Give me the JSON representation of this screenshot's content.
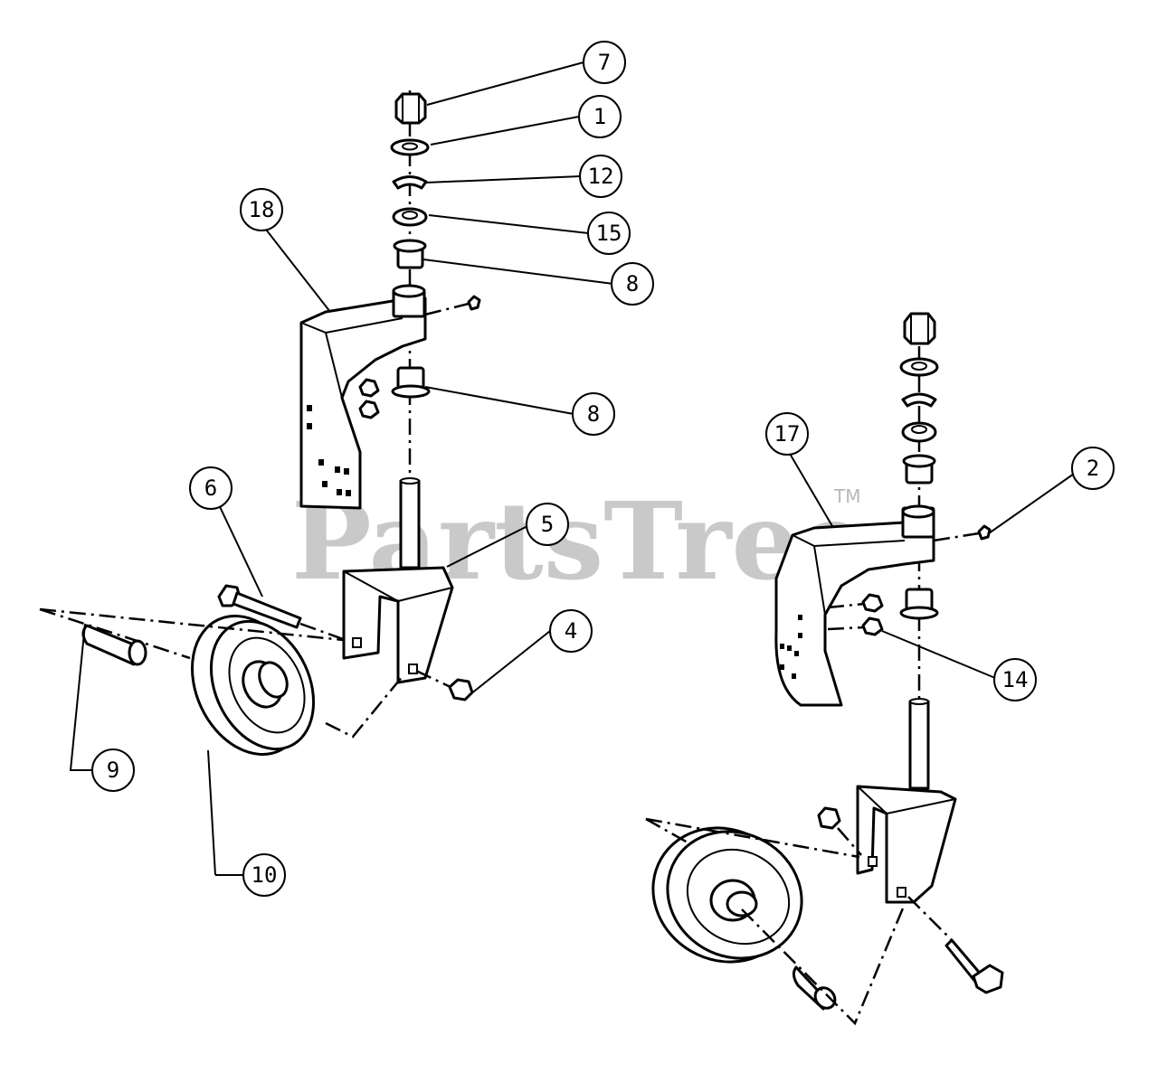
{
  "watermark": {
    "text": "PartsTree",
    "trademark": "TM"
  },
  "callouts": [
    {
      "id": "c7",
      "label": "7"
    },
    {
      "id": "c1",
      "label": "1"
    },
    {
      "id": "c12",
      "label": "12"
    },
    {
      "id": "c15",
      "label": "15"
    },
    {
      "id": "c8a",
      "label": "8"
    },
    {
      "id": "c18",
      "label": "18"
    },
    {
      "id": "c8b",
      "label": "8"
    },
    {
      "id": "c17",
      "label": "17"
    },
    {
      "id": "c2",
      "label": "2"
    },
    {
      "id": "c6",
      "label": "6"
    },
    {
      "id": "c5",
      "label": "5"
    },
    {
      "id": "c4",
      "label": "4"
    },
    {
      "id": "c14",
      "label": "14"
    },
    {
      "id": "c9",
      "label": "9"
    },
    {
      "id": "c10",
      "label": "10"
    }
  ]
}
